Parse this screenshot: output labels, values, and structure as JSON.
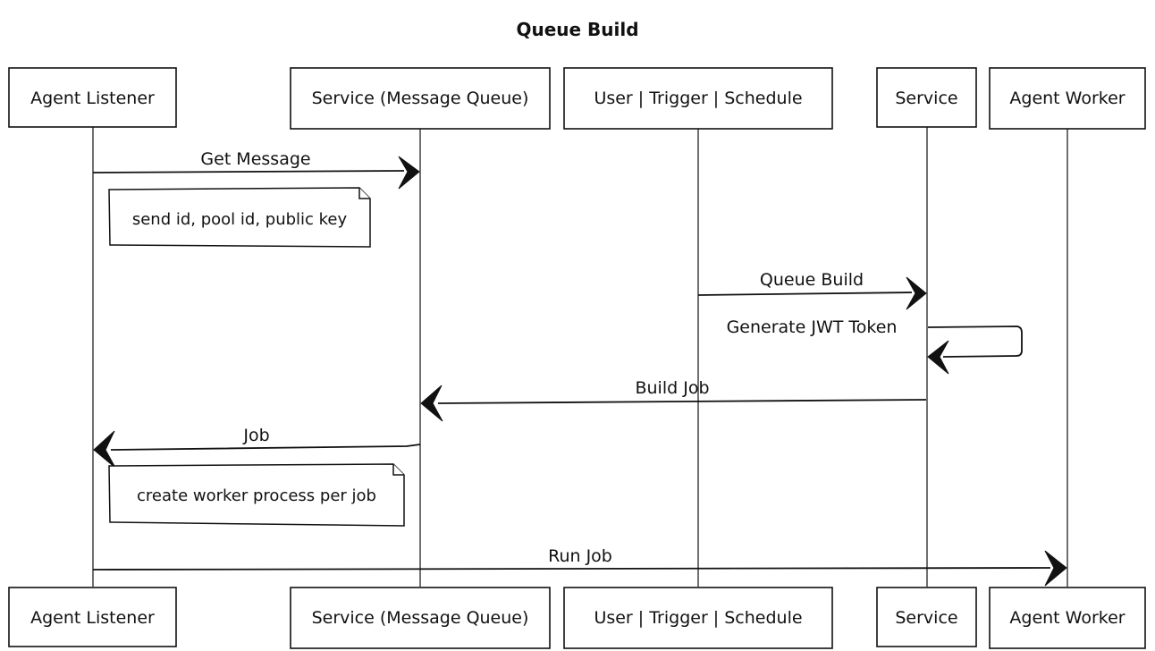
{
  "title": "Queue Build",
  "colors": {
    "ink": "#111111",
    "background": "#ffffff"
  },
  "participants": [
    {
      "id": "agent-listener",
      "label": "Agent Listener"
    },
    {
      "id": "message-queue",
      "label": "Service (Message Queue)"
    },
    {
      "id": "trigger",
      "label": "User | Trigger | Schedule"
    },
    {
      "id": "service",
      "label": "Service"
    },
    {
      "id": "agent-worker",
      "label": "Agent Worker"
    }
  ],
  "messages": [
    {
      "id": "get-message",
      "label": "Get Message",
      "from": "agent-listener",
      "to": "message-queue"
    },
    {
      "id": "queue-build",
      "label": "Queue Build",
      "from": "trigger",
      "to": "service"
    },
    {
      "id": "generate-jwt",
      "label": "Generate JWT Token",
      "from": "service",
      "to": "service"
    },
    {
      "id": "build-job",
      "label": "Build Job",
      "from": "service",
      "to": "message-queue"
    },
    {
      "id": "job",
      "label": "Job",
      "from": "message-queue",
      "to": "agent-listener"
    },
    {
      "id": "run-job",
      "label": "Run Job",
      "from": "agent-listener",
      "to": "agent-worker"
    }
  ],
  "notes": [
    {
      "id": "send-ids",
      "label": "send id, pool id, public key"
    },
    {
      "id": "worker-process",
      "label": "create worker process per job"
    }
  ]
}
